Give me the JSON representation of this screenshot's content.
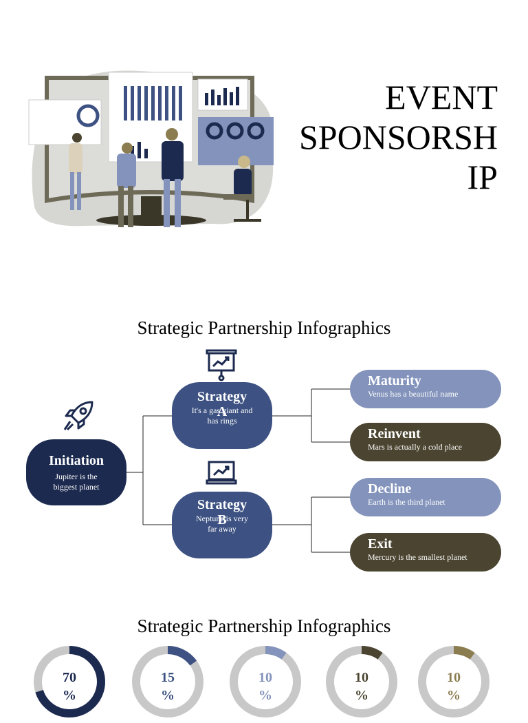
{
  "header": {
    "title": "EVENT\nSPONSORSH\nIP"
  },
  "section1": {
    "title": "Strategic Partnership Infographics"
  },
  "section2": {
    "title": "Strategic Partnership Infographics"
  },
  "colors": {
    "navy": "#1c2a4f",
    "midnavy": "#3d5282",
    "periwinkle": "#8393bb",
    "olive": "#4a4430",
    "khaki": "#8c7d50",
    "grey": "#c8c8c8"
  },
  "diagram": {
    "initiation": {
      "title": "Initiation",
      "text": "Jupiter is the biggest planet",
      "icon": "rocket-icon"
    },
    "strategy_a": {
      "title": "Strategy A",
      "text": "It's a gas giant and has rings",
      "icon": "presentation-chart-icon"
    },
    "strategy_b": {
      "title": "Strategy B",
      "text": "Neptune is very far away",
      "icon": "laptop-chart-icon"
    },
    "outcomes": [
      {
        "title": "Maturity",
        "text": "Venus has a beautiful name"
      },
      {
        "title": "Reinvent",
        "text": "Mars is actually a cold place"
      },
      {
        "title": "Decline",
        "text": "Earth is the third planet"
      },
      {
        "title": "Exit",
        "text": "Mercury is the smallest planet"
      }
    ]
  },
  "donuts": [
    {
      "label": "70\n%",
      "value": 70,
      "color": "#1c2a4f"
    },
    {
      "label": "15\n%",
      "value": 15,
      "color": "#3d5282"
    },
    {
      "label": "10\n%",
      "value": 10,
      "color": "#8393bb"
    },
    {
      "label": "10\n%",
      "value": 10,
      "color": "#4a4430"
    },
    {
      "label": "10\n%",
      "value": 10,
      "color": "#8c7d50"
    }
  ]
}
